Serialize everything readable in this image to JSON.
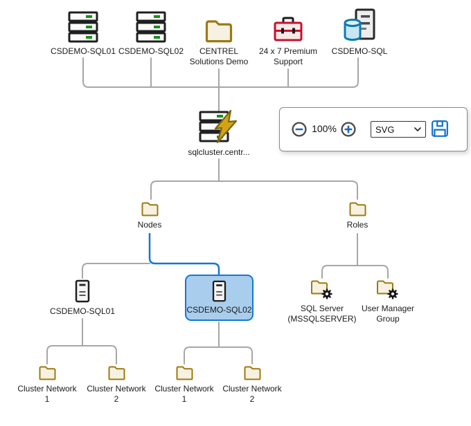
{
  "toolbar": {
    "zoom_level": "100%",
    "export_format": "SVG",
    "icons": {
      "zoom_out": "minus-circle-icon",
      "zoom_in": "plus-circle-icon",
      "save": "floppy-disk-icon",
      "dropdown": "chevron-down-icon"
    }
  },
  "colors": {
    "connector": "#A6A6A6",
    "connector_selected": "#1377D4",
    "selection_fill": "#A9CDED",
    "selection_border": "#1377D4",
    "folder_stroke": "#9A7B10",
    "folder_fill": "#F7F1E2",
    "accent_blue": "#1070C8",
    "led_green": "#1E8E1E",
    "toolbox_red": "#C5122B",
    "database_blue": "#0E7BAE",
    "bolt_gold": "#D2A414"
  },
  "nodes": {
    "top_row": [
      {
        "label": "CSDEMO-SQL01",
        "icon": "rack-server"
      },
      {
        "label": "CSDEMO-SQL02",
        "icon": "rack-server"
      },
      {
        "label_line1": "CENTREL",
        "label_line2": "Solutions Demo",
        "icon": "folder"
      },
      {
        "label_line1": "24 x 7 Premium",
        "label_line2": "Support",
        "icon": "toolbox"
      },
      {
        "label": "CSDEMO-SQL",
        "icon": "server-database"
      }
    ],
    "cluster": {
      "label": "sqlcluster.centr...",
      "icon": "server-lightning-bolt"
    },
    "containers": [
      {
        "label": "Nodes",
        "icon": "folder"
      },
      {
        "label": "Roles",
        "icon": "folder"
      }
    ],
    "cluster_nodes": [
      {
        "label": "CSDEMO-SQL01",
        "icon": "tower-server",
        "selected": false
      },
      {
        "label": "CSDEMO-SQL02",
        "icon": "tower-server",
        "selected": true
      }
    ],
    "role_groups": [
      {
        "label_line1": "SQL Server",
        "label_line2": "(MSSQLSERVER)",
        "icon": "folder-gear"
      },
      {
        "label_line1": "User Manager",
        "label_line2": "Group",
        "icon": "folder-gear"
      }
    ],
    "sql01_networks": [
      {
        "label_line1": "Cluster Network",
        "label_line2": "1",
        "icon": "folder"
      },
      {
        "label_line1": "Cluster Network",
        "label_line2": "2",
        "icon": "folder"
      }
    ],
    "sql02_networks": [
      {
        "label_line1": "Cluster Network",
        "label_line2": "1",
        "icon": "folder"
      },
      {
        "label_line1": "Cluster Network",
        "label_line2": "2",
        "icon": "folder"
      }
    ]
  }
}
